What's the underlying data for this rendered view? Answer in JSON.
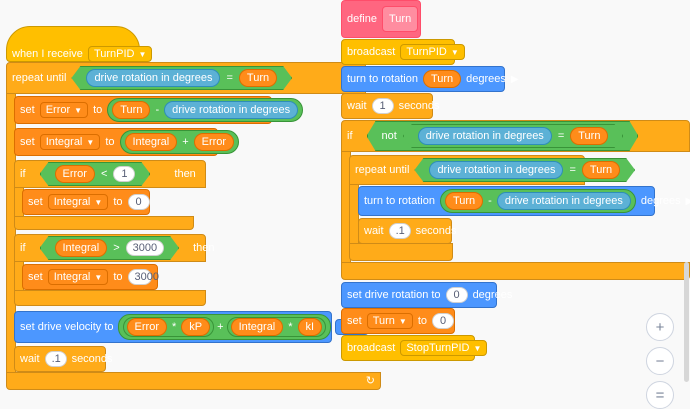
{
  "left_script": {
    "hat_label": "when I receive",
    "hat_message": "TurnPID",
    "repeat_until_label": "repeat until",
    "cond_sensor": "drive rotation in degrees",
    "cond_op": "=",
    "cond_var": "Turn",
    "set1_label": "set",
    "set1_var": "Error",
    "set1_to": "to",
    "set1_a": "Turn",
    "set1_op": "-",
    "set1_b": "drive rotation in degrees",
    "set2_label": "set",
    "set2_var": "Integral",
    "set2_to": "to",
    "set2_a": "Integral",
    "set2_op": "+",
    "set2_b": "Error",
    "if1_label": "if",
    "if1_a": "Error",
    "if1_op": "<",
    "if1_b": "1",
    "if1_then": "then",
    "set3_label": "set",
    "set3_var": "Integral",
    "set3_to": "to",
    "set3_val": "0",
    "if2_label": "if",
    "if2_a": "Integral",
    "if2_op": ">",
    "if2_b": "3000",
    "if2_then": "then",
    "set4_label": "set",
    "set4_var": "Integral",
    "set4_to": "to",
    "set4_val": "3000",
    "vel_label": "set drive velocity to",
    "vel_a": "Error",
    "vel_mul1": "*",
    "vel_b": "kP",
    "vel_plus": "+",
    "vel_c": "Integral",
    "vel_mul2": "*",
    "vel_d": "kI",
    "vel_unit": "%",
    "wait_label": "wait",
    "wait_val": ".1",
    "wait_unit": "seconds",
    "loop_arrow": "↻"
  },
  "right_script": {
    "define_label": "define",
    "define_name": "Turn",
    "broadcast_label": "broadcast",
    "broadcast_msg": "TurnPID",
    "turn_label": "turn to rotation",
    "turn_var": "Turn",
    "turn_unit": "degrees",
    "wait1_label": "wait",
    "wait1_val": "1",
    "wait1_unit": "seconds",
    "if_label": "if",
    "not_label": "not",
    "if_sensor": "drive rotation in degrees",
    "if_op": "=",
    "if_var": "Turn",
    "rep_label": "repeat until",
    "rep_sensor": "drive rotation in degrees",
    "rep_op": "=",
    "rep_var": "Turn",
    "turn2_label": "turn to rotation",
    "turn2_a": "Turn",
    "turn2_op": "-",
    "turn2_b": "drive rotation in degrees",
    "turn2_unit": "degrees",
    "wait2_label": "wait",
    "wait2_val": ".1",
    "wait2_unit": "seconds",
    "setrot_label": "set drive rotation to",
    "setrot_val": "0",
    "setrot_unit": "degrees",
    "set_label": "set",
    "set_var": "Turn",
    "set_to": "to",
    "set_val": "0",
    "bc2_label": "broadcast",
    "bc2_msg": "StopTurnPID"
  },
  "zoom": {
    "zoom_in": "+",
    "zoom_out": "−",
    "reset": "="
  },
  "colors": {
    "events": "#ffbf00",
    "control": "#ffab19",
    "variables": "#ff8c1a",
    "motion": "#4c97ff",
    "my_blocks": "#ff6680",
    "operators": "#59c059",
    "sensing": "#5cb1d6"
  }
}
